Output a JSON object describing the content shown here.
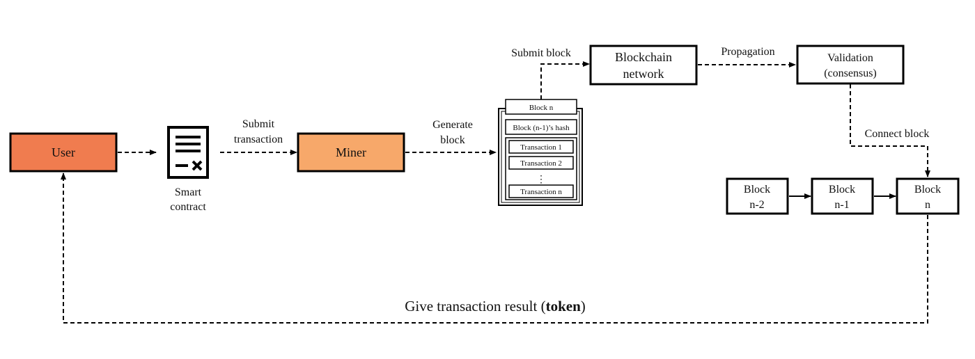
{
  "colors": {
    "user_fill": "#F07C4F",
    "miner_fill": "#F7A86A",
    "stroke": "#000000",
    "background": "#FFFFFF"
  },
  "nodes": {
    "user": "User",
    "miner": "Miner",
    "smart_contract": [
      "Smart",
      "contract"
    ],
    "blockchain_network": [
      "Blockchain",
      "network"
    ],
    "validation": [
      "Validation",
      "(consensus)"
    ],
    "chain": [
      [
        "Block",
        "n-2"
      ],
      [
        "Block",
        "n-1"
      ],
      [
        "Block",
        "n"
      ]
    ]
  },
  "block_stack": {
    "header": "Block n",
    "prev_hash": "Block (n-1)’s hash",
    "transactions": [
      "Transaction 1",
      "Transaction 2",
      "Transaction n"
    ],
    "ellipsis": "⋮"
  },
  "edges": {
    "submit_transaction": [
      "Submit",
      "transaction"
    ],
    "generate_block": [
      "Generate",
      "block"
    ],
    "submit_block": "Submit block",
    "propagation": "Propagation",
    "connect_block": "Connect block",
    "result_prefix": "Give transaction result (",
    "result_bold": "token",
    "result_suffix": ")"
  },
  "icons": {
    "smart_contract_icon": "document-with-lines-and-x"
  }
}
